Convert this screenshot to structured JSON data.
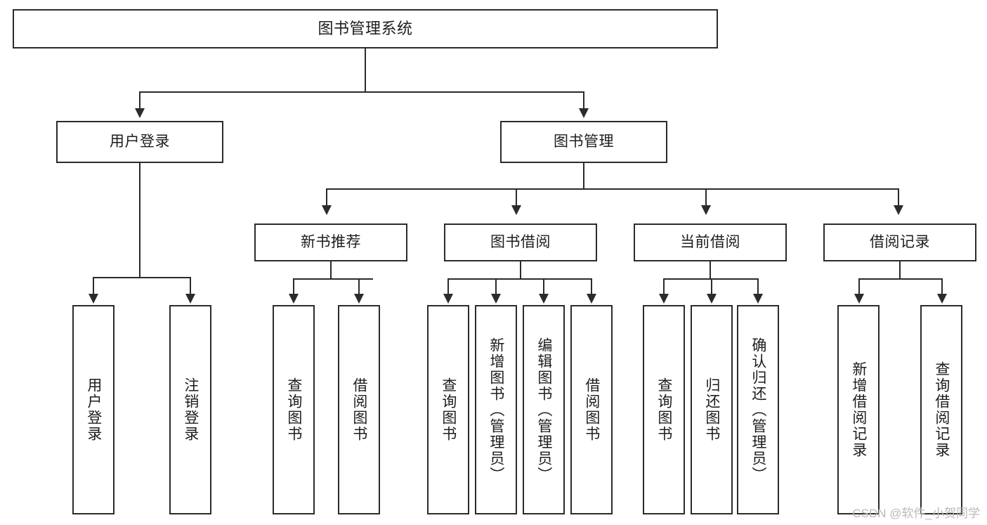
{
  "diagram": {
    "title": "图书管理系统",
    "type": "tree",
    "root": {
      "label": "图书管理系统"
    },
    "level1": [
      {
        "label": "用户登录"
      },
      {
        "label": "图书管理"
      }
    ],
    "level2": [
      {
        "label": "新书推荐"
      },
      {
        "label": "图书借阅"
      },
      {
        "label": "当前借阅"
      },
      {
        "label": "借阅记录"
      }
    ],
    "leaves": {
      "user_login": [
        {
          "label": "用户登录"
        },
        {
          "label": "注销登录"
        }
      ],
      "new_book_recommend": [
        {
          "label": "查询图书"
        },
        {
          "label": "借阅图书"
        }
      ],
      "book_borrow": [
        {
          "label": "查询图书"
        },
        {
          "label": "新增图书（管理员）"
        },
        {
          "label": "编辑图书（管理员）"
        },
        {
          "label": "借阅图书"
        }
      ],
      "current_borrow": [
        {
          "label": "查询图书"
        },
        {
          "label": "归还图书"
        },
        {
          "label": "确认归还（管理员）"
        }
      ],
      "borrow_record": [
        {
          "label": "新增借阅记录"
        },
        {
          "label": "查询借阅记录"
        }
      ]
    }
  },
  "watermark": {
    "text": "CSDN @软件_小贺同学"
  },
  "colors": {
    "stroke": "#2b2b2b",
    "background": "#ffffff",
    "text": "#1d1d1d",
    "watermark": "#b9b9b9"
  }
}
